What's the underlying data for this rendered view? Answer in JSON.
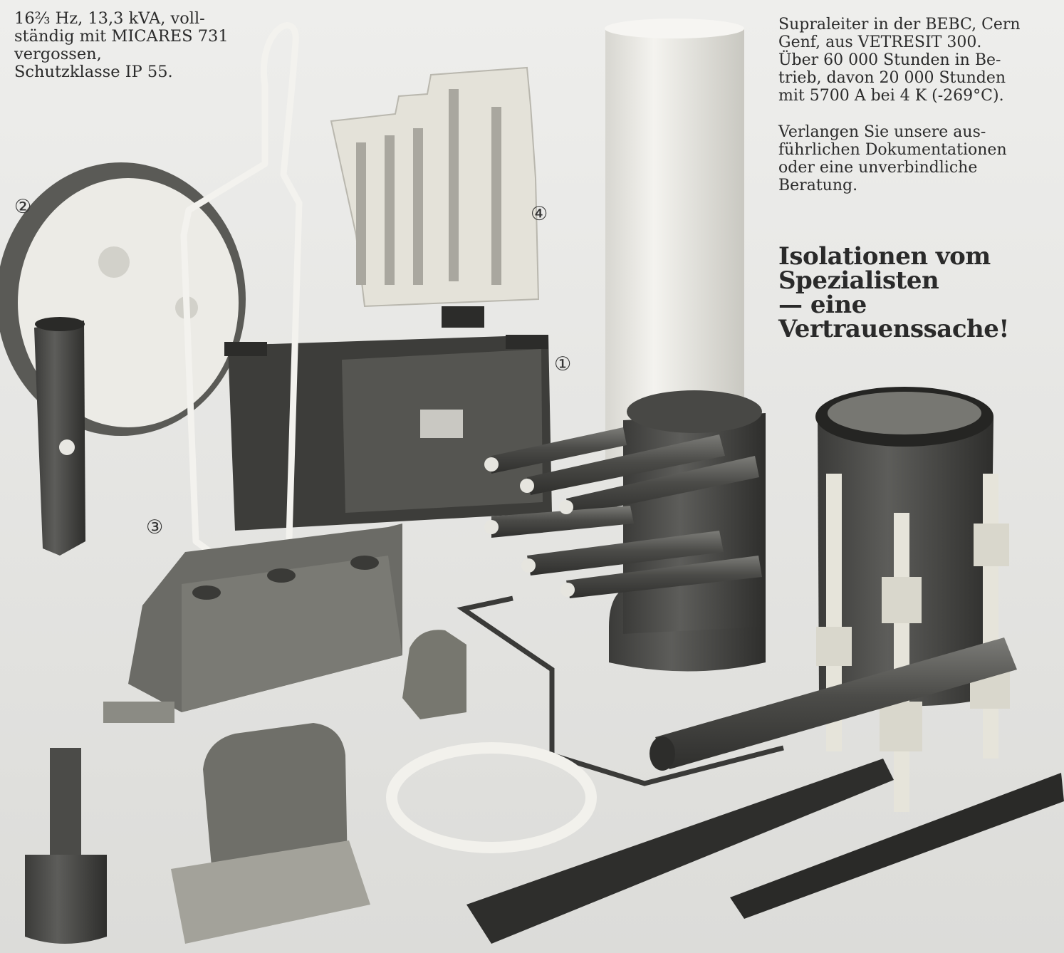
{
  "top_left": {
    "lines": [
      "16⅔ Hz, 13,3 kVA, voll-",
      "ständig mit MICARES 731",
      "vergossen,",
      "Schutzklasse IP 55."
    ]
  },
  "top_right": {
    "para1": [
      "Supraleiter in der BEBC, Cern",
      "Genf, aus VETRESIT 300.",
      "Über 60 000 Stunden in Be-",
      "trieb, davon 20 000 Stunden",
      "mit 5700 A bei 4 K (-269°C)."
    ],
    "para2": [
      "Verlangen Sie unsere aus-",
      "führlichen Dokumentationen",
      "oder eine unverbindliche",
      "Beratung."
    ]
  },
  "headline": [
    "Isolationen vom",
    "Spezialisten",
    "— eine",
    "Vertrauenssache!"
  ],
  "markers": {
    "m1": "①",
    "m2": "②",
    "m3": "③",
    "m4": "④"
  },
  "colors": {
    "background": "#e9e9e7",
    "product_dark": "#4a4a48",
    "product_mid": "#77776f",
    "insulator_light": "#d8d6cc"
  }
}
